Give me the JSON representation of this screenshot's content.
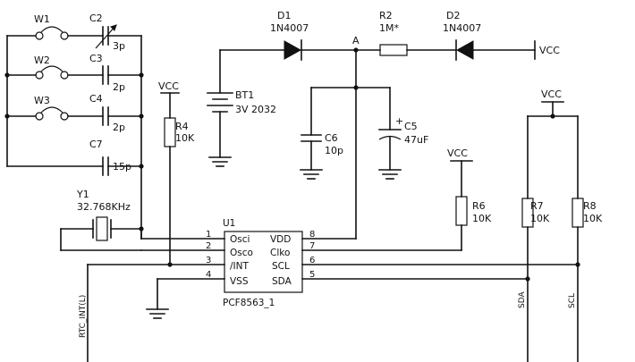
{
  "switches": [
    "W1",
    "W2",
    "W3"
  ],
  "capacitors": {
    "c2": {
      "ref": "C2",
      "value": "3p"
    },
    "c3": {
      "ref": "C3",
      "value": "2p"
    },
    "c4": {
      "ref": "C4",
      "value": "2p"
    },
    "c7": {
      "ref": "C7",
      "value": "15p"
    },
    "c6": {
      "ref": "C6",
      "value": "10p"
    },
    "c5": {
      "ref": "C5",
      "value": "47uF"
    }
  },
  "crystal": {
    "ref": "Y1",
    "value": "32.768KHz"
  },
  "diodes": {
    "d1": {
      "ref": "D1",
      "value": "1N4007"
    },
    "d2": {
      "ref": "D2",
      "value": "1N4007"
    }
  },
  "resistors": {
    "r2": {
      "ref": "R2",
      "value": "1M*"
    },
    "r4": {
      "ref": "R4",
      "value": "10K"
    },
    "r6": {
      "ref": "R6",
      "value": "10K"
    },
    "r7": {
      "ref": "R7",
      "value": "10K"
    },
    "r8": {
      "ref": "R8",
      "value": "10K"
    }
  },
  "battery": {
    "ref": "BT1",
    "value": "3V 2032"
  },
  "node_a": "A",
  "vcc": "VCC",
  "ic": {
    "ref": "U1",
    "part": "PCF8563_1",
    "pins": [
      {
        "num": "1",
        "name": "Osci"
      },
      {
        "num": "2",
        "name": "Osco"
      },
      {
        "num": "3",
        "name": "/INT"
      },
      {
        "num": "4",
        "name": "VSS"
      },
      {
        "num": "8",
        "name": "VDD"
      },
      {
        "num": "7",
        "name": "Clko"
      },
      {
        "num": "6",
        "name": "SCL"
      },
      {
        "num": "5",
        "name": "SDA"
      }
    ]
  },
  "nets": {
    "sda": "SDA",
    "scl": "SCL",
    "rtc_int": "RTC_INT(L)"
  }
}
